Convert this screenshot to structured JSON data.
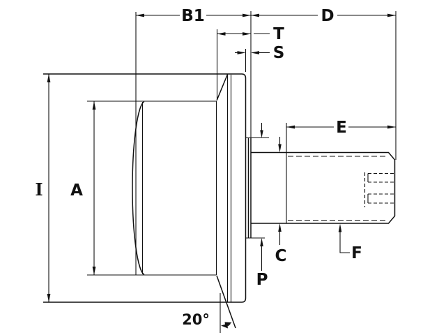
{
  "drawing": {
    "type": "technical-dimension-drawing",
    "labels": {
      "b1": "B1",
      "d": "D",
      "t": "T",
      "s": "S",
      "e": "E",
      "i": "I",
      "a": "A",
      "c": "C",
      "p": "P",
      "f": "F",
      "angle": "20°"
    },
    "colors": {
      "background": "#ffffff",
      "line": "#111111"
    }
  }
}
